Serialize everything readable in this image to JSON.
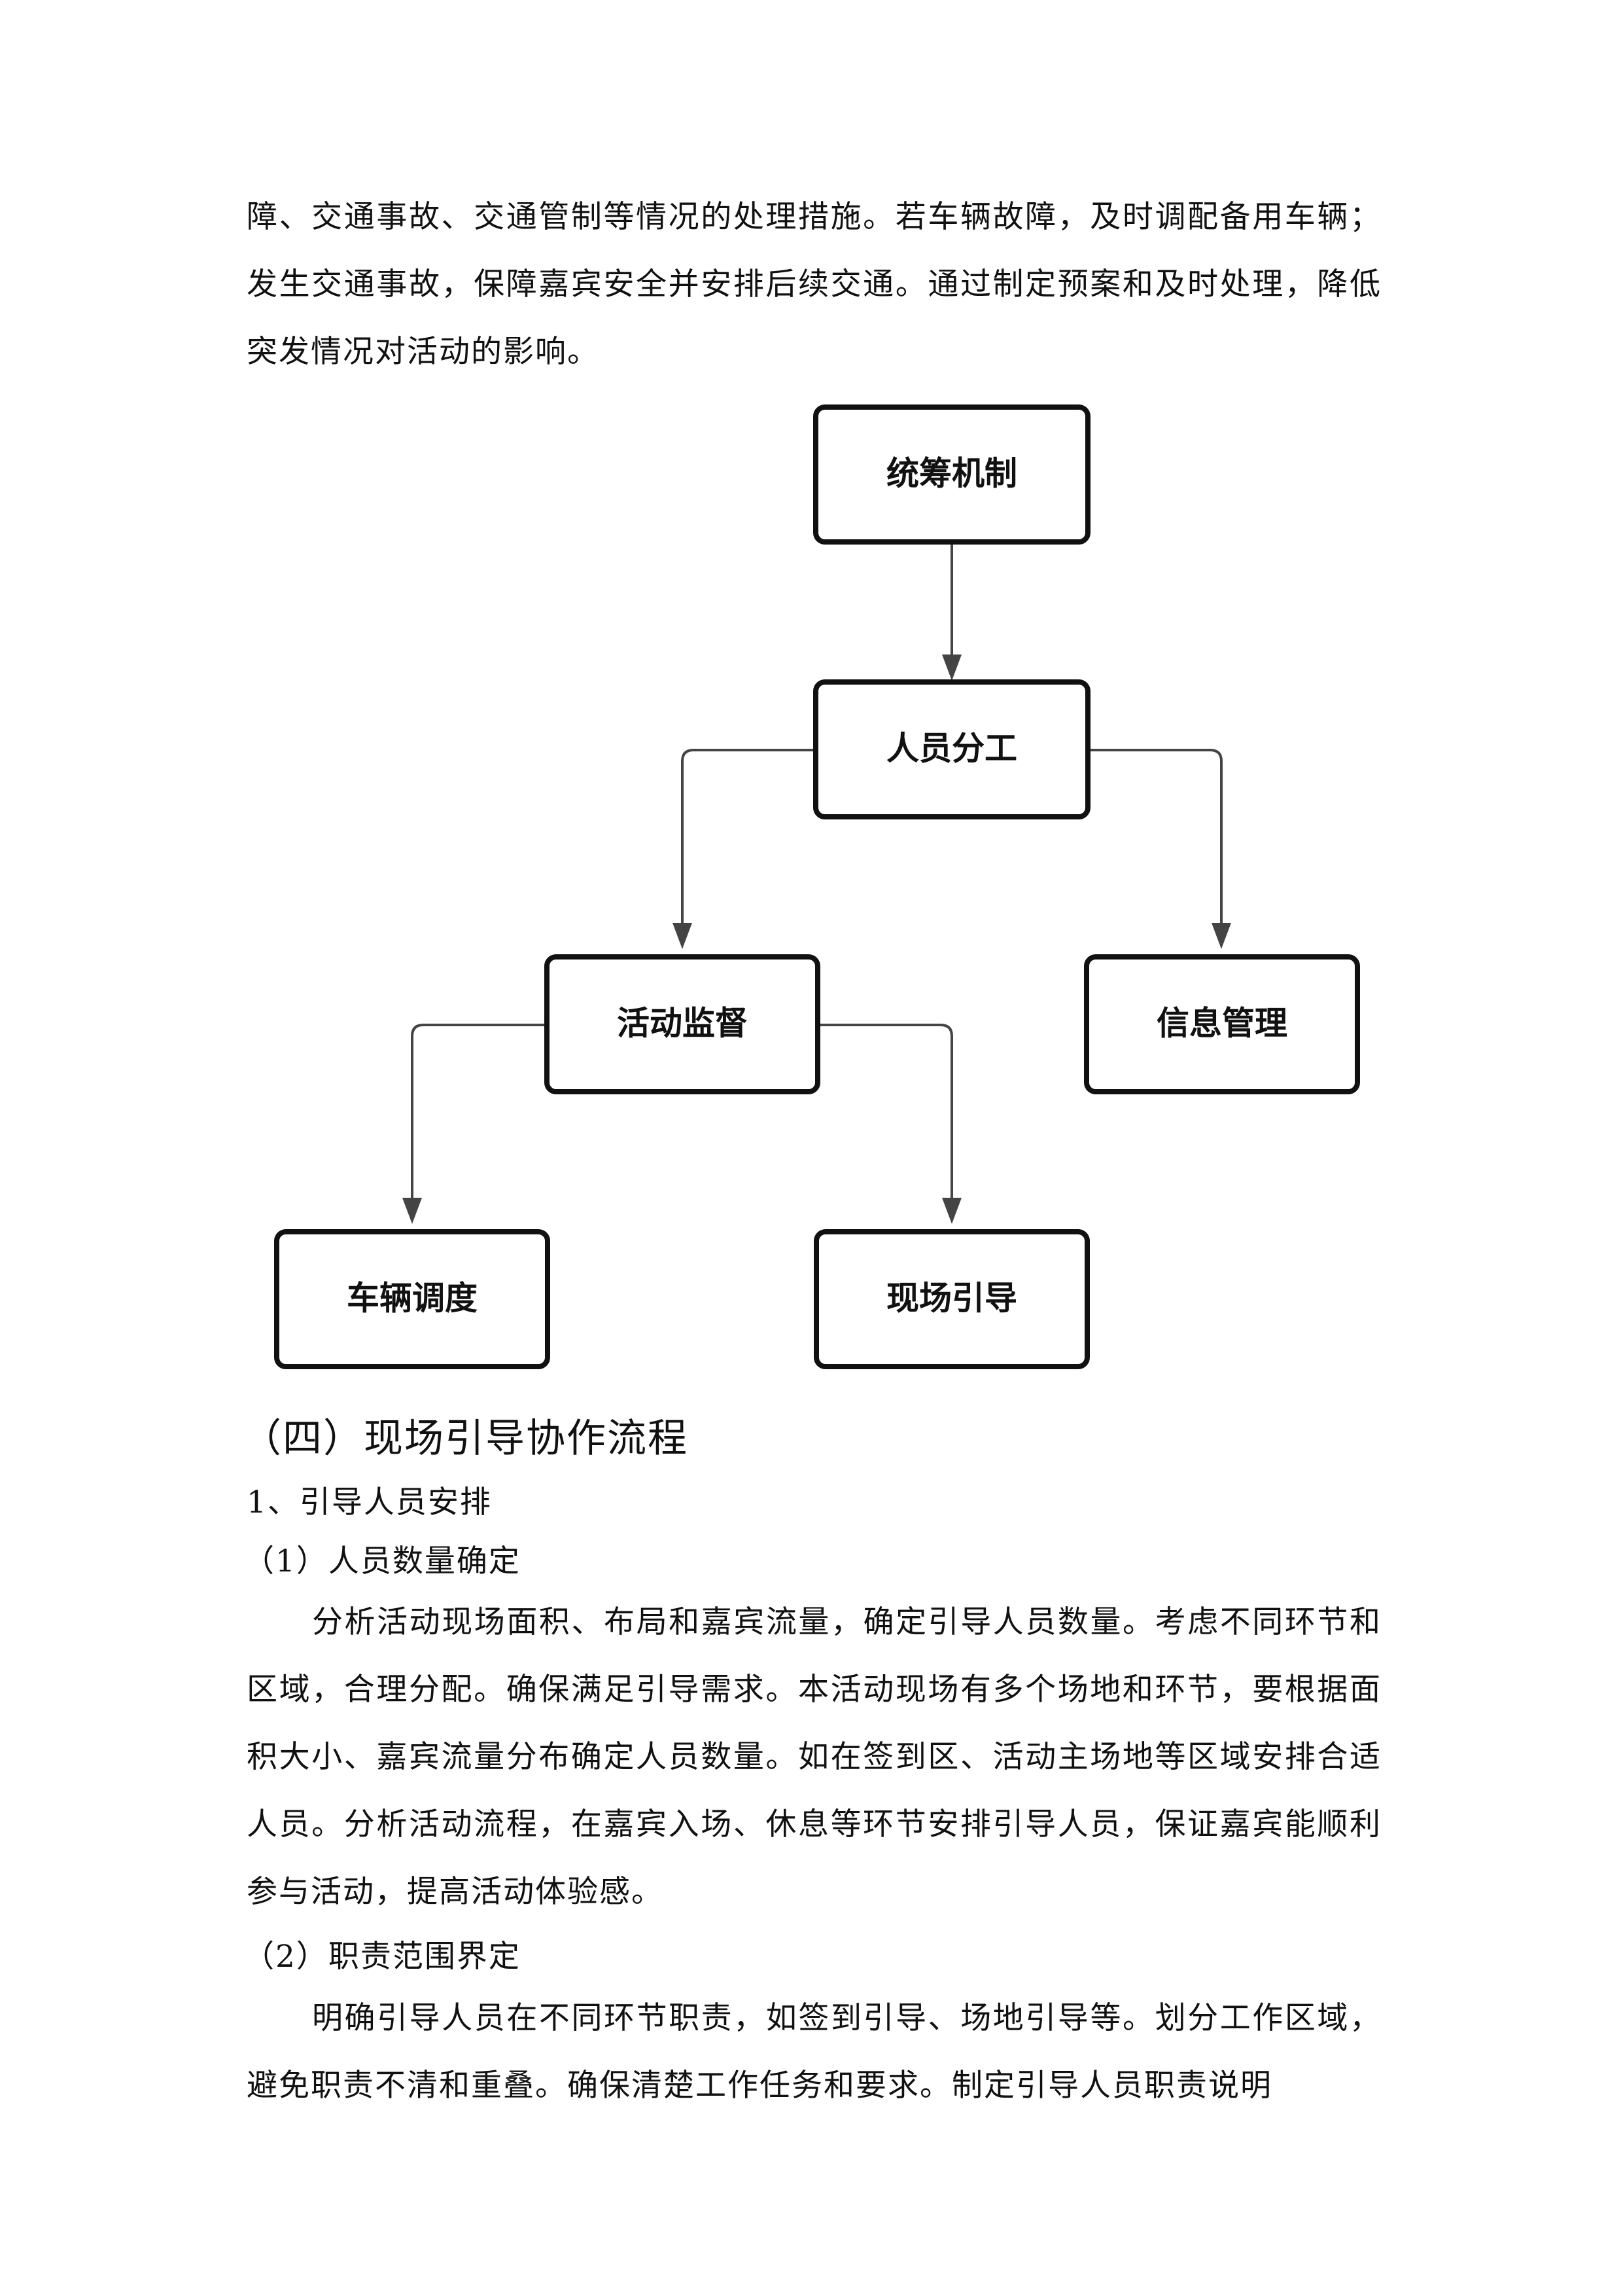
{
  "intro_paragraph": "障、交通事故、交通管制等情况的处理措施。若车辆故障，及时调配备用车辆；发生交通事故，保障嘉宾安全并安排后续交通。通过制定预案和及时处理，降低突发情况对活动的影响。",
  "org_chart": {
    "nodes": {
      "coordination": "统筹机制",
      "staffing": "人员分工",
      "supervision": "活动监督",
      "info": "信息管理",
      "vehicle": "车辆调度",
      "onsite": "现场引导"
    },
    "edges": [
      [
        "coordination",
        "staffing"
      ],
      [
        "staffing",
        "supervision"
      ],
      [
        "staffing",
        "info"
      ],
      [
        "supervision",
        "vehicle"
      ],
      [
        "supervision",
        "onsite"
      ]
    ]
  },
  "section4": {
    "title": "（四）现场引导协作流程",
    "sub1": {
      "heading": "1、引导人员安排",
      "item1": {
        "heading": "（1）人员数量确定",
        "body": "分析活动现场面积、布局和嘉宾流量，确定引导人员数量。考虑不同环节和区域，合理分配。确保满足引导需求。本活动现场有多个场地和环节，要根据面积大小、嘉宾流量分布确定人员数量。如在签到区、活动主场地等区域安排合适人员。分析活动流程，在嘉宾入场、休息等环节安排引导人员，保证嘉宾能顺利参与活动，提高活动体验感。"
      },
      "item2": {
        "heading": "（2）职责范围界定",
        "body": "明确引导人员在不同环节职责，如签到引导、场地引导等。划分工作区域，避免职责不清和重叠。确保清楚工作任务和要求。制定引导人员职责说明"
      }
    }
  }
}
